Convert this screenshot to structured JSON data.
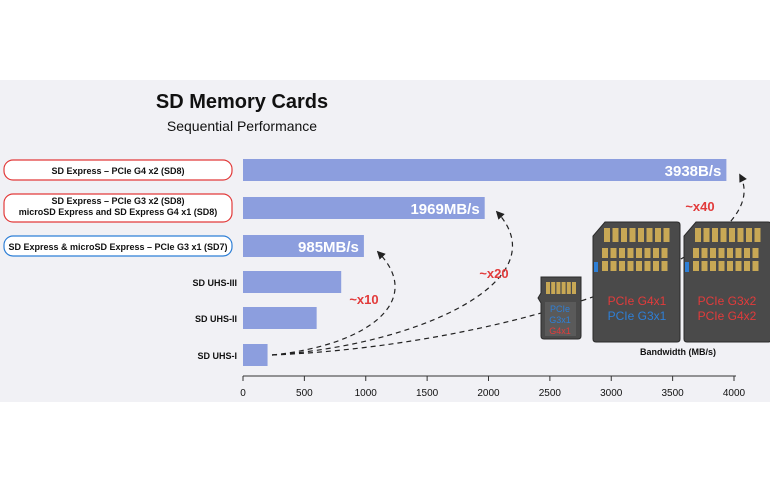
{
  "colors": {
    "panel_bg": "#f1f1f5",
    "bar": "#8c9ede",
    "red": "#e23b3b",
    "blue": "#2e7fd6",
    "dark": "#222222",
    "card_body": "#4a4a4a",
    "card_contact": "#c8a855"
  },
  "chart_data": {
    "type": "bar",
    "orientation": "horizontal",
    "title": "SD Memory Cards",
    "subtitle": "Sequential Performance",
    "xlabel": "Bandwidth (MB/s)",
    "xlim": [
      0,
      4000
    ],
    "xticks": [
      "0",
      "500",
      "1000",
      "1500",
      "2000",
      "2500",
      "3000",
      "3500",
      "4000"
    ],
    "grid": false,
    "categories": [
      {
        "lines": [
          "SD Express – PCIe G4 x2 (SD8)"
        ],
        "box": "red"
      },
      {
        "lines": [
          "SD Express – PCIe G3 x2 (SD8)",
          "microSD Express and SD Express G4 x1 (SD8)"
        ],
        "box": "red"
      },
      {
        "lines": [
          "SD Express & microSD Express – PCIe G3 x1 (SD7)"
        ],
        "box": "blue"
      },
      {
        "lines": [
          "SD UHS-III"
        ],
        "box": "none"
      },
      {
        "lines": [
          "SD UHS-II"
        ],
        "box": "none"
      },
      {
        "lines": [
          "SD UHS-I"
        ],
        "box": "none"
      }
    ],
    "values": [
      3938,
      1969,
      985,
      800,
      600,
      200
    ],
    "data_labels": [
      "3938B/s",
      "1969MB/s",
      "985MB/s",
      "",
      "",
      ""
    ],
    "annotations": [
      {
        "text": "~x10",
        "from": 5,
        "to": 2
      },
      {
        "text": "~x20",
        "from": 5,
        "to": 1
      },
      {
        "text": "~x40",
        "from": 5,
        "to": 0
      }
    ]
  },
  "cards": {
    "micro": {
      "lines": [
        {
          "text": "PCIe",
          "color": "blue"
        },
        {
          "text": "G3x1",
          "color": "blue"
        },
        {
          "text": "G4x1",
          "color": "red"
        }
      ]
    },
    "sd_g4x1": {
      "lines": [
        {
          "text": "PCIe G4x1",
          "color": "red"
        },
        {
          "text": "PCIe G3x1",
          "color": "blue"
        }
      ]
    },
    "sd_g3x2": {
      "lines": [
        {
          "text": "PCIe G3x2",
          "color": "red"
        },
        {
          "text": "PCIe G4x2",
          "color": "red"
        }
      ]
    }
  }
}
